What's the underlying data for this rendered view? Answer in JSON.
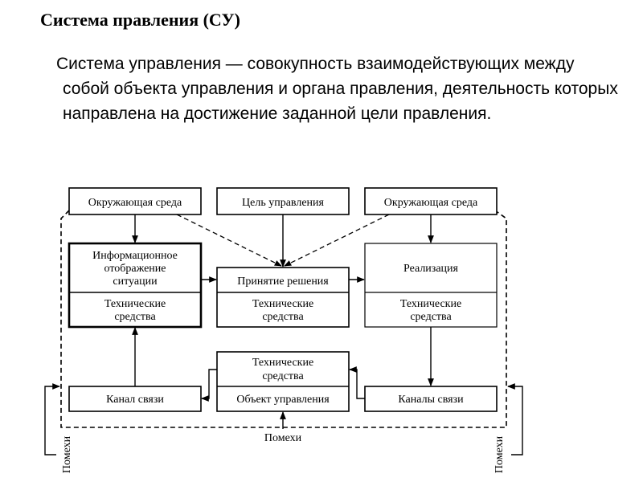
{
  "title": "Система правления (СУ)",
  "definition": "Система управления — совокупность взаимодействующих между собой объекта управления и органа правления, деятельность которых направлена на достижение заданной цели правления.",
  "diagram": {
    "env_left": "Окружающая среда",
    "goal": "Цель управления",
    "env_right": "Окружающая среда",
    "info_lines": [
      "Информационное",
      "отображение",
      "ситуации"
    ],
    "tech_lines": [
      "Технические",
      "средства"
    ],
    "decision": "Принятие решения",
    "realization": "Реализация",
    "channel_left": "Канал связи",
    "control_object": "Объект управления",
    "channel_right": "Каналы связи",
    "noise": "Помехи"
  }
}
